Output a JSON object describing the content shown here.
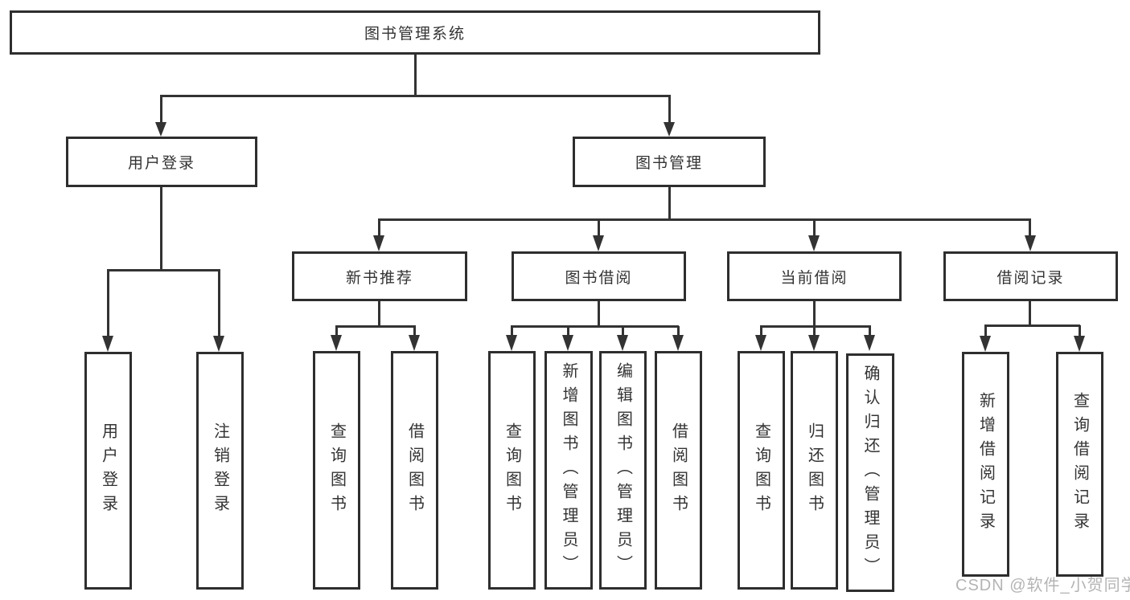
{
  "diagram": {
    "type": "hierarchy-tree",
    "root": {
      "label": "图书管理系统",
      "children": [
        {
          "label": "用户登录",
          "children": [
            {
              "label": "用户登录"
            },
            {
              "label": "注销登录"
            }
          ]
        },
        {
          "label": "图书管理",
          "children": [
            {
              "label": "新书推荐",
              "children": [
                {
                  "label": "查询图书"
                },
                {
                  "label": "借阅图书"
                }
              ]
            },
            {
              "label": "图书借阅",
              "children": [
                {
                  "label": "查询图书"
                },
                {
                  "label": "新增图书（管理员）"
                },
                {
                  "label": "编辑图书（管理员）"
                },
                {
                  "label": "借阅图书"
                }
              ]
            },
            {
              "label": "当前借阅",
              "children": [
                {
                  "label": "查询图书"
                },
                {
                  "label": "归还图书"
                },
                {
                  "label": "确认归还（管理员）"
                }
              ]
            },
            {
              "label": "借阅记录",
              "children": [
                {
                  "label": "新增借阅记录"
                },
                {
                  "label": "查询借阅记录"
                }
              ]
            }
          ]
        }
      ]
    }
  },
  "watermark": {
    "text": "CSDN @软件_小贺同学"
  },
  "colors": {
    "line": "#333333",
    "box_border": "#2e2e2e",
    "box_fill": "#ffffff",
    "text": "#333333",
    "watermark": "#b4b4b4",
    "background": "#ffffff"
  }
}
